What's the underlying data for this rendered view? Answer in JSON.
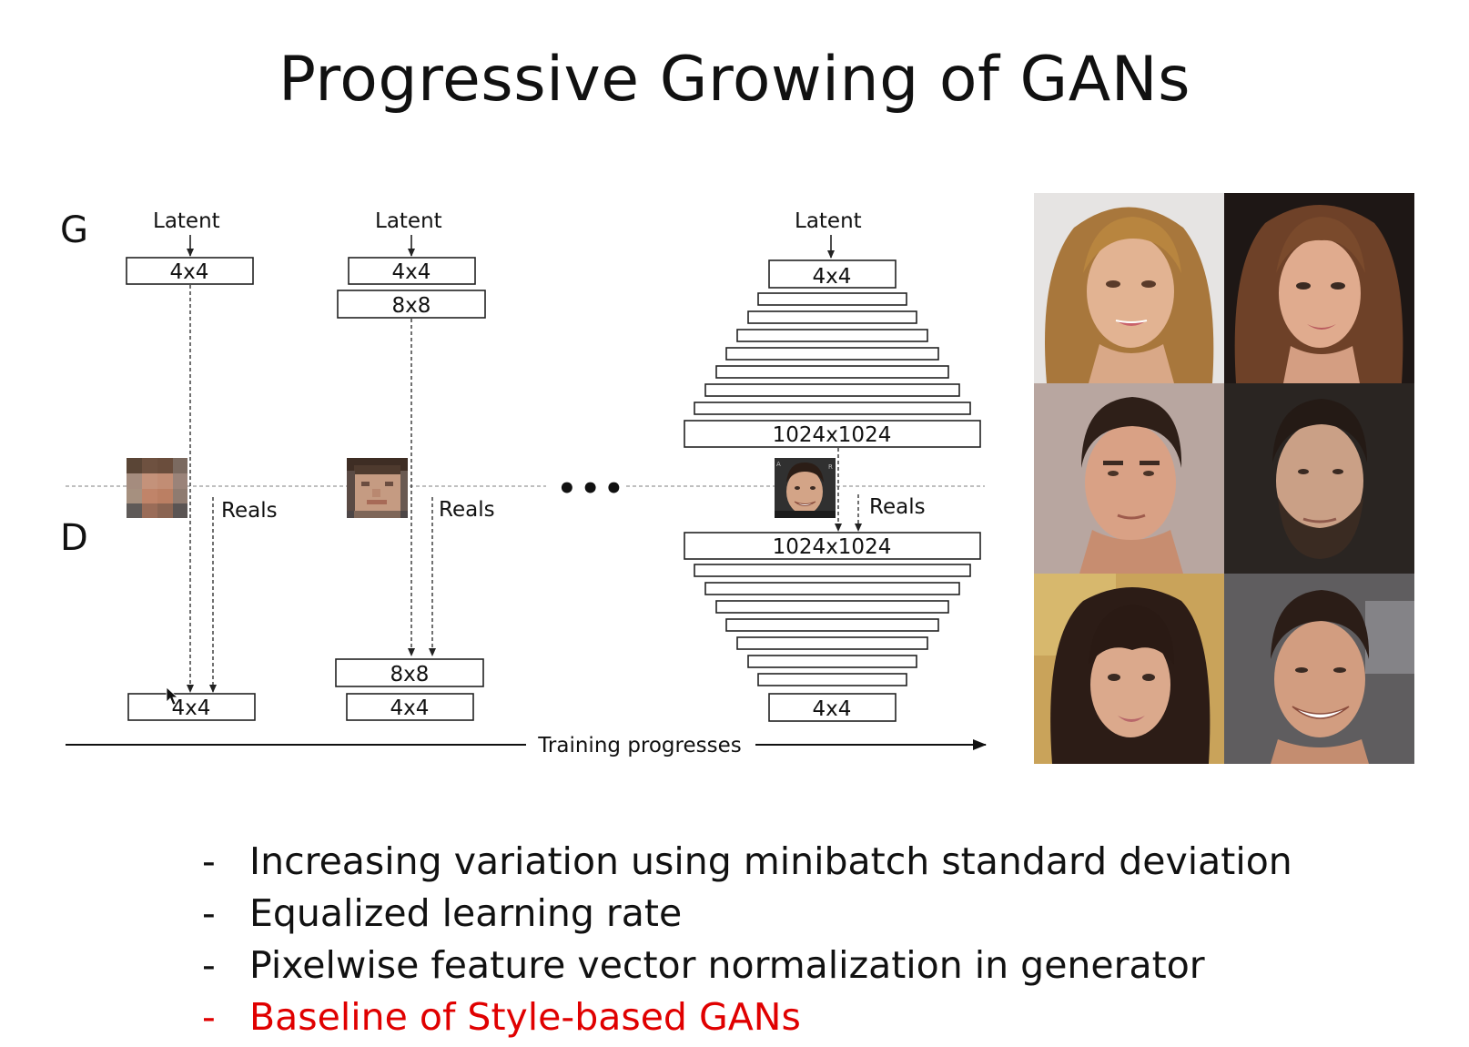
{
  "slide": {
    "title": "Progressive Growing of GANs"
  },
  "diagram": {
    "generator_label": "G",
    "discriminator_label": "D",
    "latent_label": "Latent",
    "reals_label": "Reals",
    "ellipsis": "•••",
    "progress_label": "Training progresses",
    "stage1": {
      "g_blocks": [
        "4x4"
      ],
      "d_blocks": [
        "4x4"
      ]
    },
    "stage2": {
      "g_blocks": [
        "4x4",
        "8x8"
      ],
      "d_blocks": [
        "8x8",
        "4x4"
      ]
    },
    "stage3": {
      "g_top": "4x4",
      "g_bottom": "1024x1024",
      "d_top": "1024x1024",
      "d_bottom": "4x4"
    }
  },
  "bullets": [
    {
      "marker": "-",
      "text": "Increasing variation using minibatch standard deviation",
      "color": "#111111"
    },
    {
      "marker": "-",
      "text": "Equalized learning rate",
      "color": "#111111"
    },
    {
      "marker": "-",
      "text": "Pixelwise feature vector normalization in generator",
      "color": "#111111"
    },
    {
      "marker": "-",
      "text": "Baseline of Style-based GANs",
      "color": "#e00000"
    }
  ]
}
